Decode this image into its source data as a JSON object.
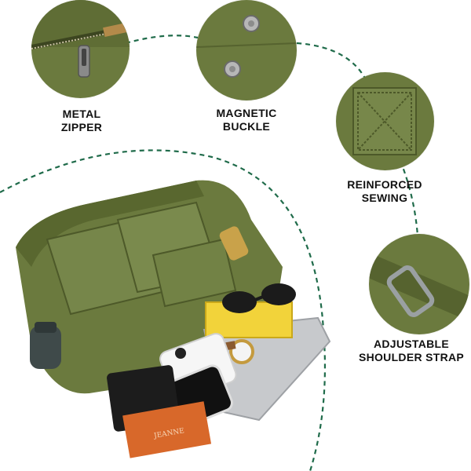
{
  "colors": {
    "canvas": "#6b7a3e",
    "canvas_dark": "#4f5b2b",
    "dashed_line": "#1f6b4a",
    "label_text": "#111111"
  },
  "features": [
    {
      "icon": "metal-zipper-icon",
      "lines": [
        "METAL",
        "ZIPPER"
      ]
    },
    {
      "icon": "magnetic-buckle-icon",
      "lines": [
        "MAGNETIC",
        "BUCKLE"
      ]
    },
    {
      "icon": "reinforced-sewing-icon",
      "lines": [
        "REINFORCED",
        "SEWING"
      ]
    },
    {
      "icon": "adjustable-strap-icon",
      "lines": [
        "ADJUSTABLE",
        "SHOULDER STRAP"
      ]
    }
  ],
  "product": {
    "book_text": "JEANNE"
  }
}
